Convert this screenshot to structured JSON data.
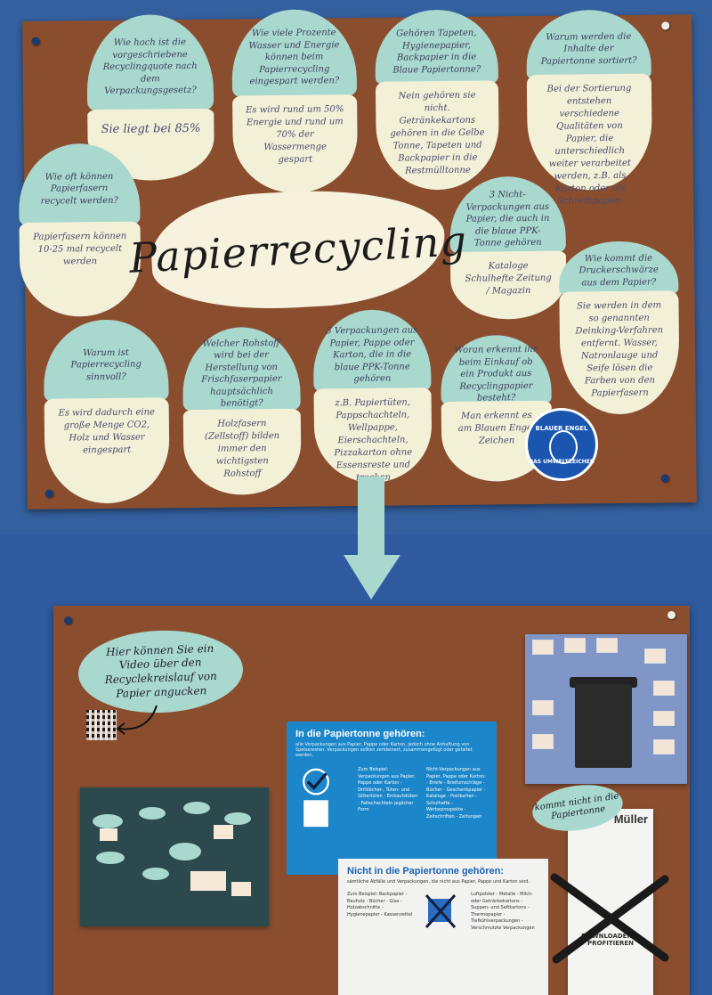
{
  "top_board": {
    "title": "Papierrecycling",
    "eggs": [
      {
        "question": "Wie hoch ist die vorgeschriebene Recyclingquote nach dem Verpackungsgesetz?",
        "answer": "Sie liegt bei 85%"
      },
      {
        "question": "Wie viele Prozente Wasser und Energie können beim Papierrecycling eingespart werden?",
        "answer": "Es wird rund um 50% Energie und rund um 70% der Wassermenge gespart"
      },
      {
        "question": "Gehören Tapeten, Hygienepapier, Backpapier in die Blaue Papiertonne?",
        "answer": "Nein gehören sie nicht. Getränkekartons gehören in die Gelbe Tonne, Tapeten und Backpapier in die Restmülltonne"
      },
      {
        "question": "Warum werden die Inhalte der Papiertonne sortiert?",
        "answer": "Bei der Sortierung entstehen verschiedene Qualitäten von Papier, die unterschiedlich weiter verarbeitet werden, z.B. als Karton oder als Schreibpapier."
      },
      {
        "question": "Wie oft können Papierfasern recycelt werden?",
        "answer": "Papierfasern können 10-25 mal recycelt werden"
      },
      {
        "question": "3 Nicht-Verpackungen aus Papier, die auch in die blaue PPK-Tonne gehören",
        "answer": "Kataloge Schulhefte Zeitung / Magazin"
      },
      {
        "question": "Wie kommt die Druckerschwärze aus dem Papier?",
        "answer": "Sie werden in dem so genannten Deinking-Verfahren entfernt. Wasser, Natronlauge und Seife lösen die Farben von den Papierfasern"
      },
      {
        "question": "Warum ist Papierrecycling sinnvoll?",
        "answer": "Es wird dadurch eine große Menge CO2, Holz und Wasser eingespart"
      },
      {
        "question": "Welcher Rohstoff wird bei der Herstellung von Frischfaserpapier hauptsächlich benötigt?",
        "answer": "Holzfasern (Zellstoff) bilden immer den wichtigsten Rohstoff"
      },
      {
        "question": "5 Verpackungen aus Papier, Pappe oder Karton, die in die blaue PPK-Tonne gehören",
        "answer": "z.B. Papiertüten, Pappschachteln, Wellpappe, Eierschachteln, Pizzakarton ohne Essensreste und trocken"
      },
      {
        "question": "Woran erkennt ihr beim Einkauf ob ein Produkt aus Recyclingpapier besteht?",
        "answer": "Man erkennt es am Blauen Engel Zeichen"
      }
    ],
    "badge": {
      "top": "BLAUER ENGEL",
      "bottom": "DAS UMWELTZEICHEN"
    }
  },
  "bottom_board": {
    "speech_bubble": "Hier können Sie ein Video über den Recyclekreislauf von Papier angucken",
    "blue_poster": {
      "title": "In die Papiertonne gehören:",
      "subtitle": "alle Verpackungen aus Papier, Pappe oder Karton, jedoch ohne Anhaftung von Speiseresten. Verpackungen sollten zerkleinert, zusammengefügt oder gefaltet werden.",
      "col1": "Zum Beispiel: Verpackungen aus Papier, Pappe oder Karton - Drittlöcher-, Tüten- und Gittertüten - Einkaufstüten - Faltschachteln jeglicher Form",
      "col2": "Nicht-Verpackungen aus Papier, Pappe oder Karton: - Briefe - Briefumschläge - Bücher - Geschenkpapier - Kataloge - Postkarten - Schulhefte - Werbeprospekte - Zeitschriften - Zeitungen"
    },
    "white_poster": {
      "title": "Nicht in die Papiertonne gehören:",
      "subtitle": "sämtliche Abfälle und Verpackungen, die nicht aus Papier, Pappe und Karton sind.",
      "col1": "Zum Beispiel: Backpapier - Bauholz - Bücher - Glas - Holzabschnitte - Hygienepapier - Kassenzettel",
      "col2": "Luftpolster - Metalle - Milch- oder Getränkekartons - Suppen- und Saftkartons - Thermopapier - Tiefkühlverpackungen - Verschmutzte Verpackungen"
    },
    "bubble_right": "kommt nicht in die Papiertonne",
    "receipt": {
      "store": "Müller",
      "download": "DOWNLOADEN & PROFITIEREN"
    }
  }
}
